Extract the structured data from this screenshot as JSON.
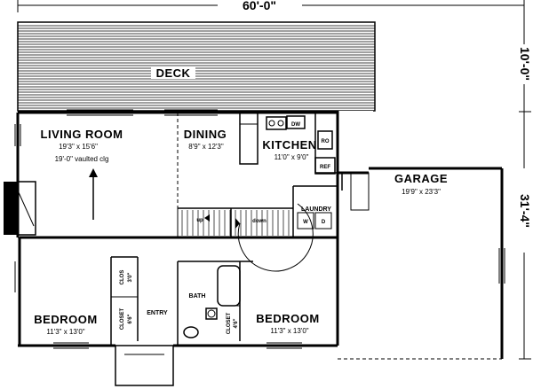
{
  "dimensions": {
    "overall_width": "60'-0\"",
    "deck_depth": "10'-0\"",
    "garage_depth": "31'-4\""
  },
  "rooms": {
    "deck": {
      "name": "DECK"
    },
    "living_room": {
      "name": "LIVING ROOM",
      "size": "19'3\" x 15'6\"",
      "note": "19'-0\" vaulted clg"
    },
    "dining": {
      "name": "DINING",
      "size": "8'9\" x 12'3\""
    },
    "kitchen": {
      "name": "KITCHEN",
      "size": "11'0\" x 9'0\""
    },
    "garage": {
      "name": "GARAGE",
      "size": "19'9\" x 23'3\""
    },
    "laundry": {
      "name": "LAUNDRY",
      "w": "W",
      "d": "D"
    },
    "bedroom_left": {
      "name": "BEDROOM",
      "size": "11'3\" x 13'0\""
    },
    "bedroom_right": {
      "name": "BEDROOM",
      "size": "11'3\" x 13'0\""
    },
    "bath": {
      "name": "BATH"
    },
    "entry": {
      "name": "ENTRY"
    },
    "clos": {
      "name": "CLOS",
      "size": "3'0\""
    },
    "closet_left": {
      "name": "CLOSET",
      "size": "6'6\""
    },
    "closet_right": {
      "name": "CLOSET",
      "size": "4'6\""
    }
  },
  "appliances": {
    "dw": "DW",
    "ref": "REF",
    "ro": "RO"
  },
  "stairs": {
    "up": "up",
    "down": "down"
  }
}
